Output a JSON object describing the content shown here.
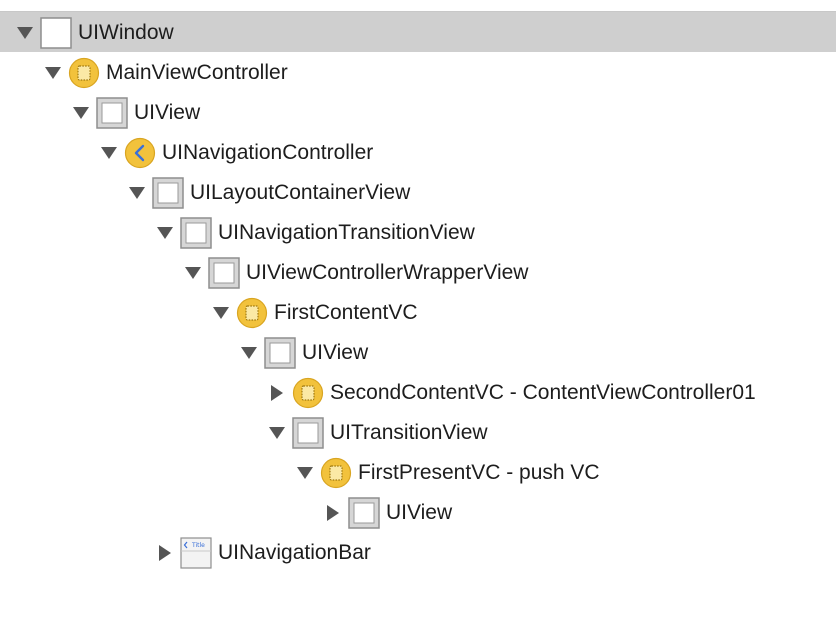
{
  "hierarchy": {
    "nodes": [
      {
        "label": "UIWindow",
        "depth": 0,
        "expanded": true,
        "icon": "window-icon",
        "selected": true
      },
      {
        "label": "MainViewController",
        "depth": 1,
        "expanded": true,
        "icon": "view-controller-icon"
      },
      {
        "label": "UIView",
        "depth": 2,
        "expanded": true,
        "icon": "view-icon"
      },
      {
        "label": "UINavigationController",
        "depth": 3,
        "expanded": true,
        "icon": "navigation-controller-icon"
      },
      {
        "label": "UILayoutContainerView",
        "depth": 4,
        "expanded": true,
        "icon": "view-icon"
      },
      {
        "label": "UINavigationTransitionView",
        "depth": 5,
        "expanded": true,
        "icon": "view-icon"
      },
      {
        "label": "UIViewControllerWrapperView",
        "depth": 6,
        "expanded": true,
        "icon": "view-icon"
      },
      {
        "label": "FirstContentVC",
        "depth": 7,
        "expanded": true,
        "icon": "view-controller-icon"
      },
      {
        "label": "UIView",
        "depth": 8,
        "expanded": true,
        "icon": "view-icon"
      },
      {
        "label": "SecondContentVC - ContentViewController01",
        "depth": 9,
        "expanded": false,
        "icon": "view-controller-icon"
      },
      {
        "label": "UITransitionView",
        "depth": 9,
        "expanded": true,
        "icon": "view-icon"
      },
      {
        "label": "FirstPresentVC - push VC",
        "depth": 10,
        "expanded": true,
        "icon": "view-controller-icon"
      },
      {
        "label": "UIView",
        "depth": 11,
        "expanded": false,
        "icon": "view-icon"
      },
      {
        "label": "UINavigationBar",
        "depth": 5,
        "expanded": false,
        "icon": "navigation-bar-icon",
        "icon_text": "Title"
      }
    ]
  },
  "colors": {
    "selected_row": "#cfcfcf",
    "vc_fill": "#f2c23c",
    "vc_border": "#d9a521",
    "view_border": "#8e8e8e",
    "triangle": "#555555"
  }
}
